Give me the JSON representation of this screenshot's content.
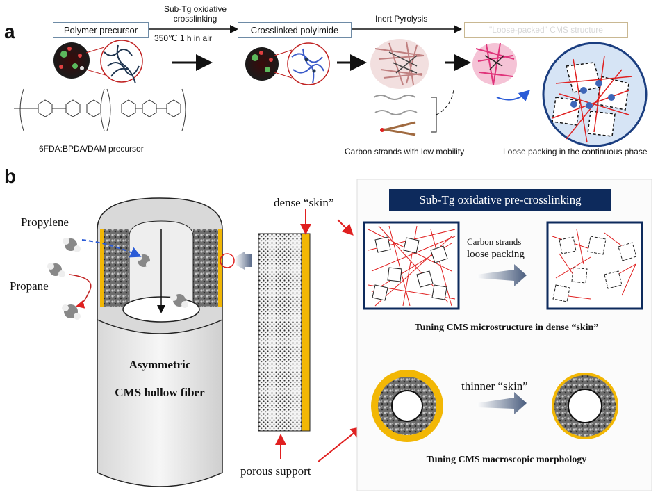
{
  "panel_a": {
    "letter": "a",
    "step1_label": "Sub-Tg oxidative",
    "step1_label2": "crosslinking",
    "step1_condition": "350℃  1 h in air",
    "box_precursor": "Polymer precursor",
    "box_crosslinked": "Crosslinked polyimide",
    "step2_label": "Inert Pyrolysis",
    "box_final": "\"Loose-packed\" CMS structure",
    "precursor_name": "6FDA:BPDA/DAM precursor",
    "strands_caption": "Carbon strands with low mobility",
    "packing_caption": "Loose packing in the continuous phase"
  },
  "panel_b": {
    "letter": "b",
    "gas1": "Propylene",
    "gas2": "Propane",
    "fiber_title1": "Asymmetric",
    "fiber_title2": "CMS hollow fiber",
    "skin_label": "dense “skin”",
    "support_label": "porous support",
    "right_header": "Sub-Tg oxidative pre-crosslinking",
    "strands_label1": "Carbon strands",
    "strands_label2": "loose packing",
    "micro_caption": "Tuning CMS microstructure in dense “skin”",
    "thinner_label": "thinner “skin”",
    "macro_caption": "Tuning CMS macroscopic morphology"
  },
  "colors": {
    "accent_red": "#e02020",
    "skin_gold": "#f2b705",
    "header_navy": "#0d2a5c",
    "box_border": "#6e8ba6",
    "sphere_blue": "#d6e4f5"
  }
}
